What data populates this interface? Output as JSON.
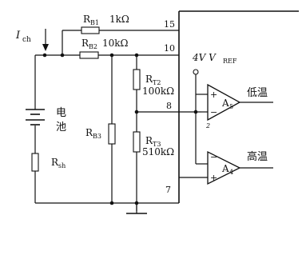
{
  "labels": {
    "ich": "I",
    "ich_sub": "ch",
    "rb1": "R",
    "rb1_sub": "B1",
    "rb1_value": "1kΩ",
    "rb2": "R",
    "rb2_sub": "B2",
    "rb2_value": "10kΩ",
    "rt2": "R",
    "rt2_sub": "T2",
    "rt2_value": "100kΩ",
    "rt3": "R",
    "rt3_sub": "T3",
    "rt3_value": "510kΩ",
    "rb3": "R",
    "rb3_sub": "B3",
    "rsh": "R",
    "rsh_sub": "sh",
    "battery_char1": "电",
    "battery_char2": "池",
    "vref": "4V V",
    "vref_sub": "REF",
    "pin15": "15",
    "pin10": "10",
    "pin8": "8",
    "pin7": "7",
    "pin_small2": "2",
    "a5": "A",
    "a5_sub": "5",
    "a4": "A",
    "a4_sub": "4",
    "low_temp": "低温",
    "high_temp": "高温",
    "plus": "+",
    "minus": "−"
  }
}
